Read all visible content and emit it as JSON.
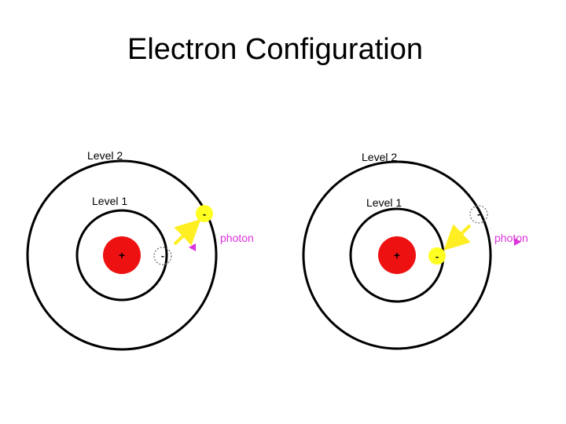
{
  "title": "Electron Configuration",
  "colors": {
    "nucleus": "#ee1111",
    "electron": "#ffff22",
    "photon": "#dd33dd",
    "arrow": "#ffee22",
    "orbit": "#000000"
  },
  "diagrams": [
    {
      "level2_label": "Level 2",
      "level1_label": "Level 1",
      "nucleus_sign": "+",
      "electron_sign": "-",
      "empty_state_sign": "-",
      "photon_label": "photon",
      "transition": "absorption: electron moves from Level 1 to Level 2"
    },
    {
      "level2_label": "Level 2",
      "level1_label": "Level 1",
      "nucleus_sign": "+",
      "electron_sign": "-",
      "empty_state_sign": "-",
      "photon_label": "photon",
      "transition": "emission: electron moves from Level 2 to Level 1"
    }
  ]
}
